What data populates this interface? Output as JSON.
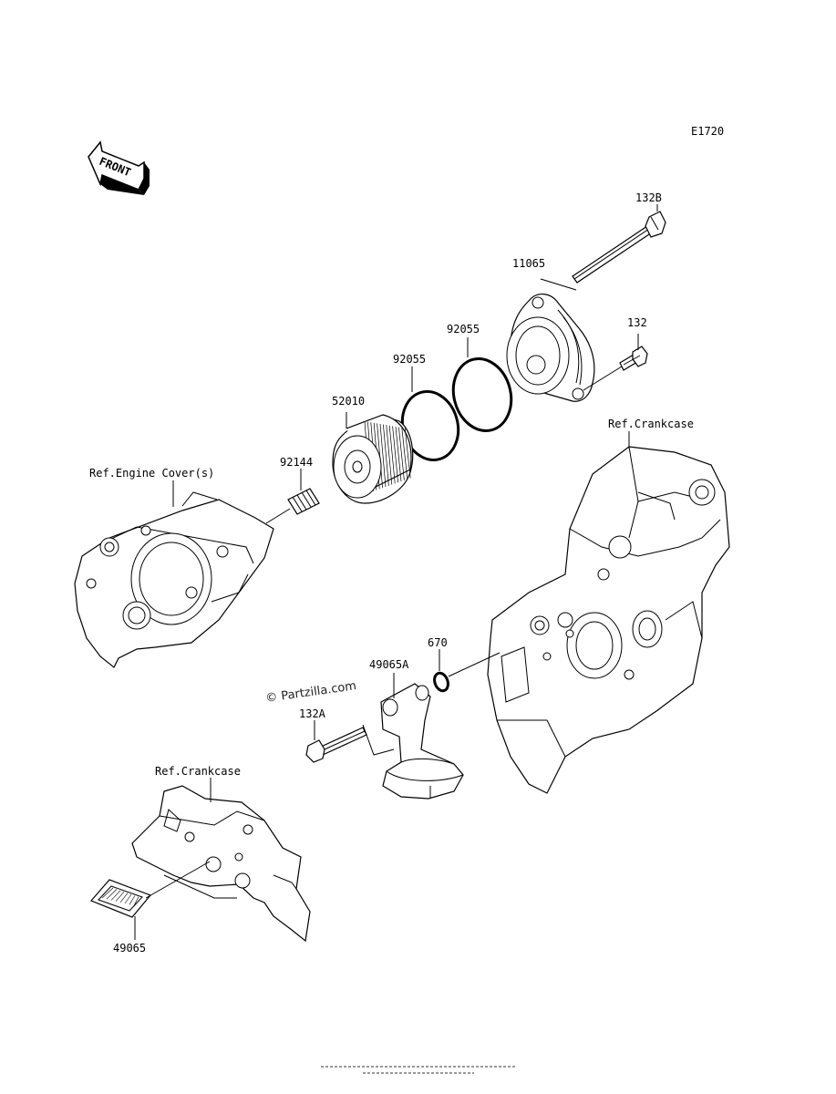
{
  "diagram_id": "E1720",
  "front_arrow_label": "FRONT",
  "copyright": "© Partzilla.com",
  "parts": {
    "p132B": "132B",
    "p11065": "11065",
    "p132": "132",
    "p92055a": "92055",
    "p92055b": "92055",
    "p52010": "52010",
    "p92144": "92144",
    "p670": "670",
    "p49065A": "49065A",
    "p132A": "132A",
    "p49065": "49065"
  },
  "refs": {
    "engine_cover": "Ref.Engine Cover(s)",
    "crankcase_right": "Ref.Crankcase",
    "crankcase_bottom": "Ref.Crankcase"
  }
}
